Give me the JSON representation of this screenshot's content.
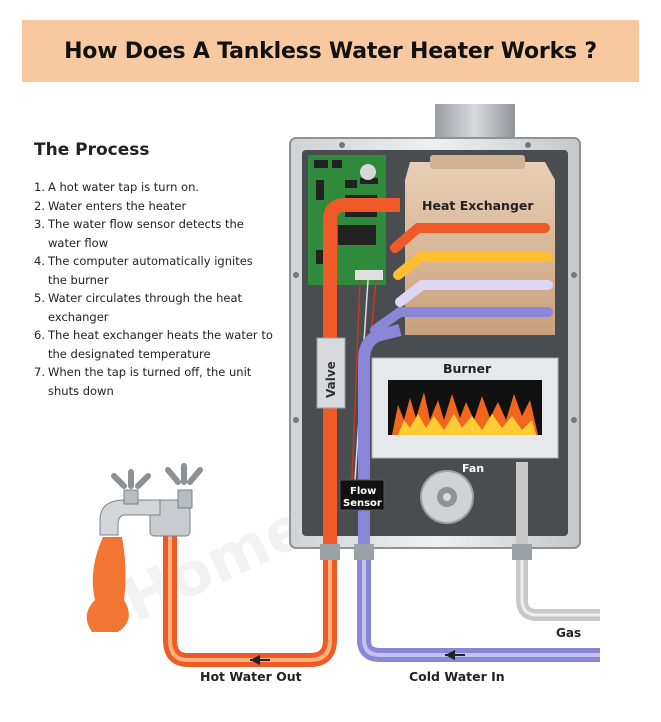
{
  "title": "How Does A Tankless Water Heater Works ?",
  "process": {
    "heading": "The Process",
    "steps": [
      {
        "num": "1.",
        "text": "A hot water tap is turn on."
      },
      {
        "num": "2.",
        "text": "Water enters the heater"
      },
      {
        "num": "3.",
        "text": "The water flow sensor detects the water flow"
      },
      {
        "num": "4.",
        "text": "The computer automatically ignites the burner"
      },
      {
        "num": "5.",
        "text": "Water circulates through the heat exchanger"
      },
      {
        "num": "6.",
        "text": "The heat exchanger heats the water to the designated temperature"
      },
      {
        "num": "7.",
        "text": "When the tap is turned off, the unit shuts down"
      }
    ]
  },
  "labels": {
    "heat_exchanger": "Heat Exchanger",
    "burner": "Burner",
    "fan": "Fan",
    "valve": "Valve",
    "flow_sensor_line1": "Flow",
    "flow_sensor_line2": "Sensor",
    "gas": "Gas",
    "hot_water_out": "Hot Water Out",
    "cold_water_in": "Cold Water In",
    "watermark": "Homezene"
  },
  "colors": {
    "title_bg": "#f8c9a0",
    "hot_pipe": "#f05a28",
    "cold_pipe": "#8a86d8",
    "gas_pipe": "#c8c8c8",
    "flame": "#f2661d",
    "heat_exchanger": "#d9b99b"
  }
}
